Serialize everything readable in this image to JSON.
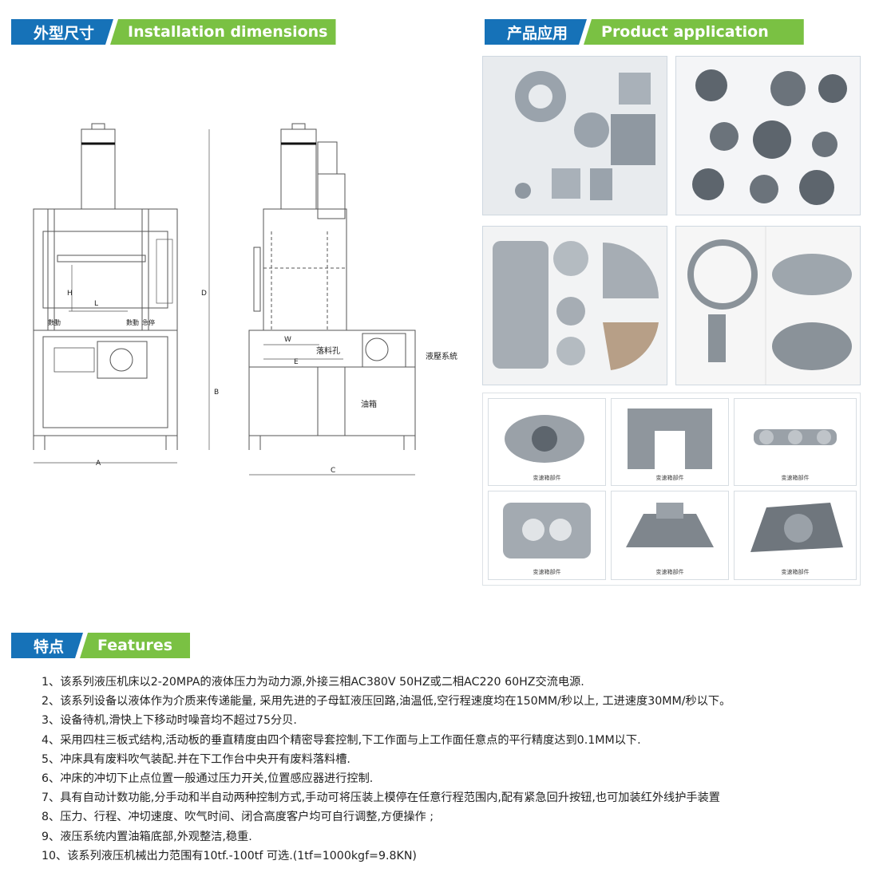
{
  "sections": {
    "install": {
      "zh": "外型尺寸",
      "en": "Installation dimensions"
    },
    "product": {
      "zh": "产品应用",
      "en": "Product application"
    },
    "features": {
      "zh": "特点",
      "en": "Features"
    }
  },
  "diagram": {
    "labels": {
      "A": "A",
      "B": "B",
      "C": "C",
      "D": "D",
      "E": "E",
      "H": "H",
      "L": "L",
      "W": "W",
      "drop_hole": "落料孔",
      "hydraulic": "液壓系統",
      "oil_tank": "油箱",
      "count": "數動",
      "count2": "數動",
      "emergency": "急停"
    }
  },
  "gallery": {
    "caption": "变速箱部件"
  },
  "features": [
    "1、该系列液压机床以2-20MPA的液体压力为动力源,外接三相AC380V 50HZ或二相AC220 60HZ交流电源.",
    "2、该系列设备以液体作为介质来传递能量, 采用先进的子母缸液压回路,油温低,空行程速度均在150MM/秒以上, 工进速度30MM/秒以下。",
    "3、设备待机,滑快上下移动时噪音均不超过75分贝.",
    "4、采用四柱三板式结构,活动板的垂直精度由四个精密导套控制,下工作面与上工作面任意点的平行精度达到0.1MM以下.",
    "5、冲床具有废料吹气装配.并在下工作台中央开有废料落料槽.",
    "6、冲床的冲切下止点位置一般通过压力开关,位置感应器进行控制.",
    "7、具有自动计数功能,分手动和半自动两种控制方式,手动可将压装上模停在任意行程范围内,配有紧急回升按钮,也可加装红外线护手装置",
    "8、压力、行程、冲切速度、吹气时间、闭合高度客户均可自行调整,方便操作 ;",
    "9、液压系统内置油箱底部,外观整洁,稳重.",
    "10、该系列液压机械出力范围有10tf.-100tf 可选.(1tf=1000kgf=9.8KN)"
  ]
}
